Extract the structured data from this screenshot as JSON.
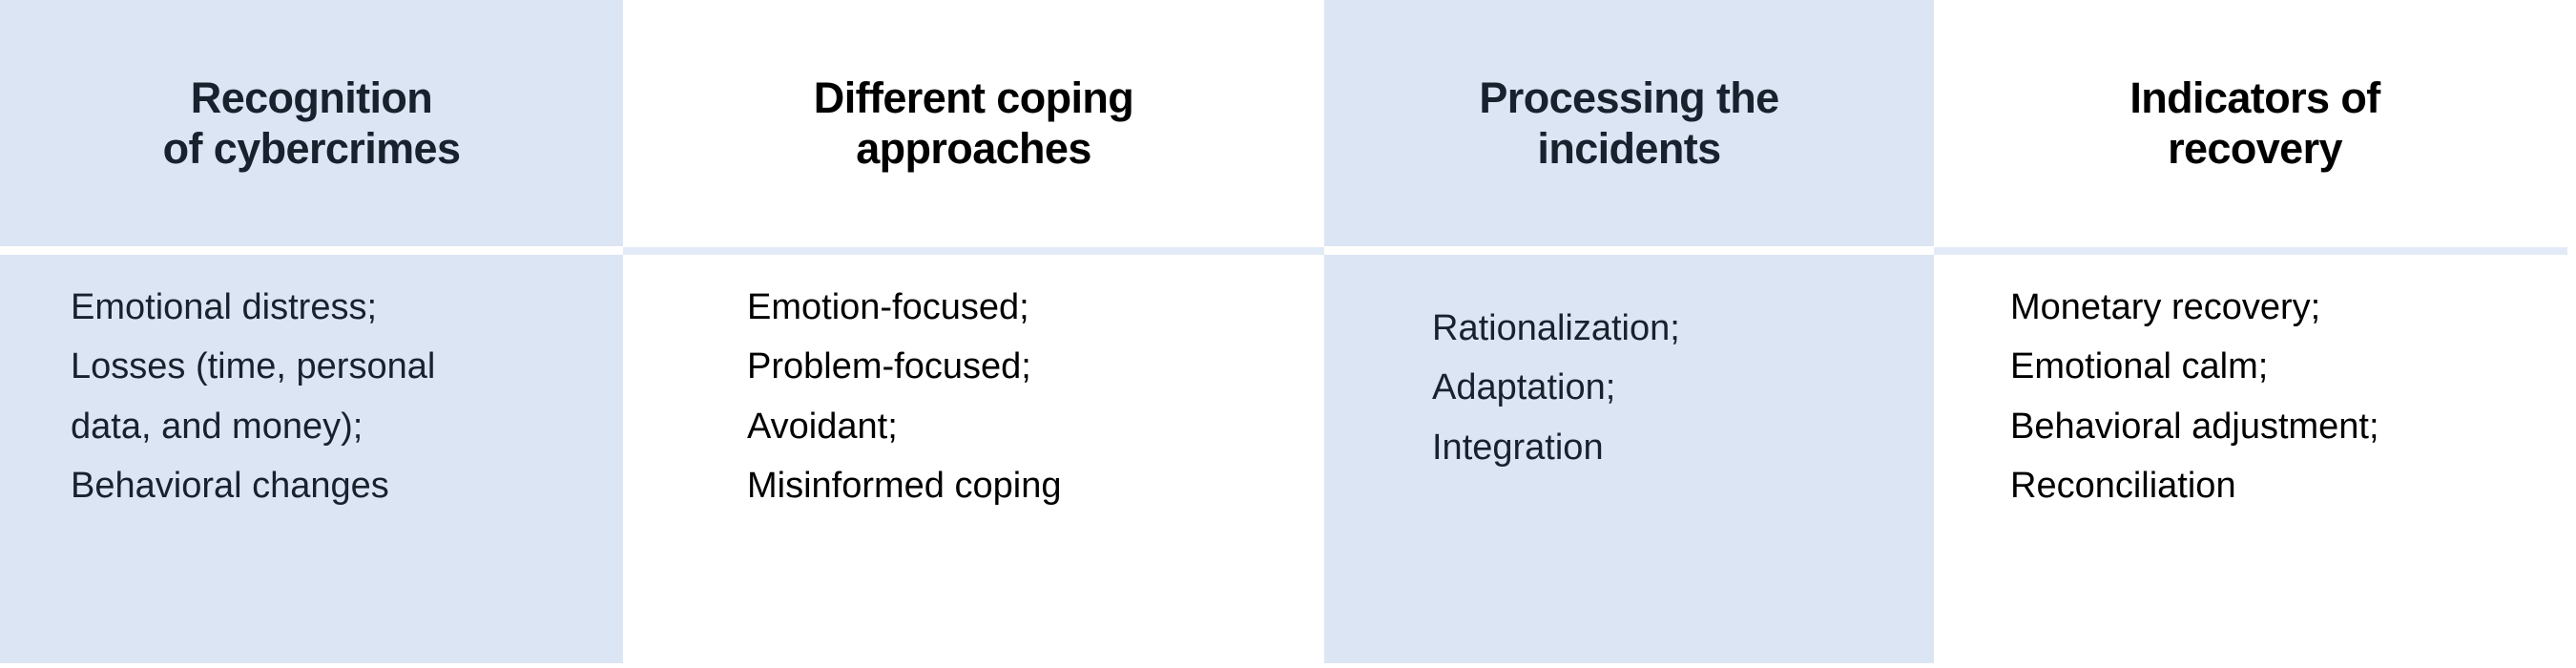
{
  "table": {
    "columns": [
      {
        "id": "recognition",
        "shaded": true,
        "header": "Recognition\nof cybercrimes",
        "items": [
          "Emotional distress;",
          "Losses (time, personal",
          "data, and money);",
          "Behavioral changes"
        ]
      },
      {
        "id": "coping",
        "shaded": false,
        "header": "Different coping\napproaches",
        "items": [
          "Emotion-focused;",
          "Problem-focused;",
          "Avoidant;",
          "Misinformed coping"
        ]
      },
      {
        "id": "processing",
        "shaded": true,
        "header": "Processing the\nincidents",
        "items": [
          "Rationalization;",
          "Adaptation;",
          "Integration"
        ]
      },
      {
        "id": "recovery",
        "shaded": false,
        "header": "Indicators of\nrecovery",
        "items": [
          "Monetary recovery;",
          "Emotional calm;",
          "Behavioral adjustment;",
          "Reconciliation"
        ]
      }
    ]
  },
  "colors": {
    "shaded_background": "#dce5f4",
    "divider": "#e3eaf7",
    "text_dark_navy": "#18212e",
    "text_black": "#000000",
    "page_background": "#ffffff"
  }
}
